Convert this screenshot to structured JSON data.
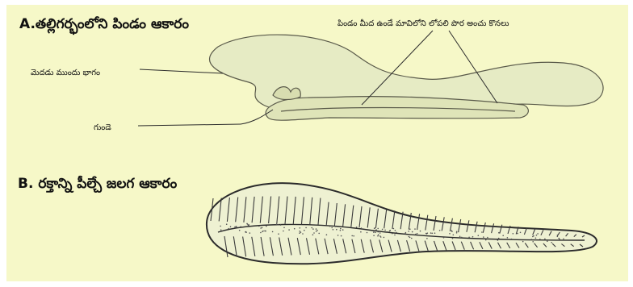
{
  "section_a": {
    "title": "A.తల్లిగర్భంలోని పిండం ఆకారం"
  },
  "section_b": {
    "title": "B. రక్తాన్ని పీల్చే జలగ ఆకారం"
  },
  "labels": {
    "top_right": "పిండం మీద ఉండే మావిలోని లోపలి పొర అంచు కొనలు",
    "forebrain": "మెదడు ముందు భాగం",
    "heart": "గుండె"
  },
  "colors": {
    "background": "#f6f8c8",
    "ink": "#2b2b2b",
    "embryo_fill": "#e8ecc6"
  }
}
